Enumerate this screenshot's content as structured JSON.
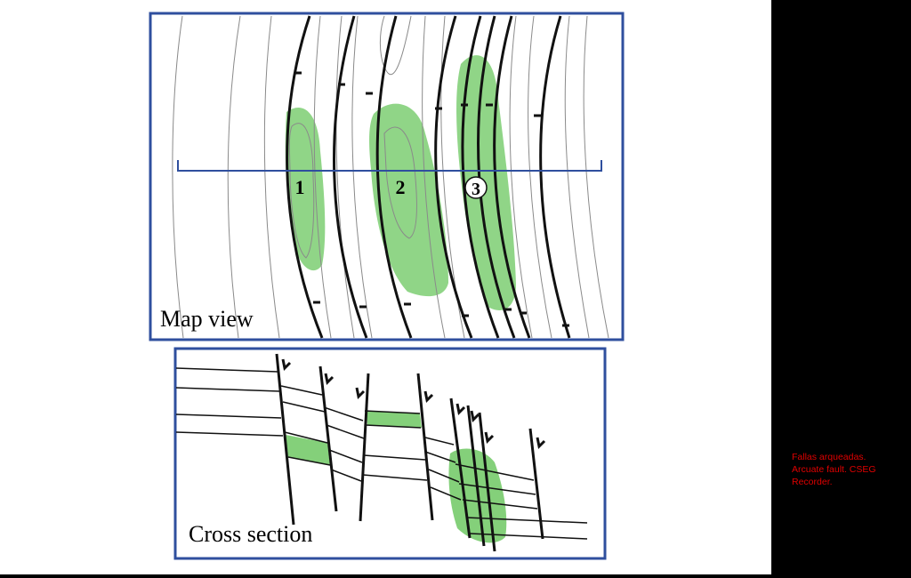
{
  "map_view": {
    "title": "Map view",
    "label_1": "1",
    "label_2": "2",
    "label_3": "3"
  },
  "cross_section": {
    "title": "Cross section"
  },
  "caption": {
    "line_1": "Fallas arqueadas.",
    "line_2": "Arcuate fault. CSEG",
    "line_3": "Recorder."
  },
  "colors": {
    "frame": "#2f4f9e",
    "fill": "#84d07a",
    "line": "#111111",
    "contour": "#8a8a8a",
    "caption": "#e00000"
  }
}
